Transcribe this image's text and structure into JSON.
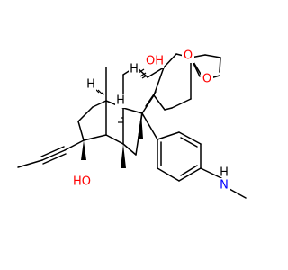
{
  "colors": {
    "oxygen": "#ff0000",
    "nitrogen": "#0000ff",
    "carbon": "#000000",
    "hydrogen": "#000000"
  },
  "labels": {
    "o_dioxolane_top": "O",
    "o_dioxolane_right": "O",
    "oh_5": "OH",
    "h_8": "H",
    "h_9": "H",
    "h_14": "H",
    "oh_17": "HO",
    "nh": "N",
    "nh_h": "H"
  }
}
